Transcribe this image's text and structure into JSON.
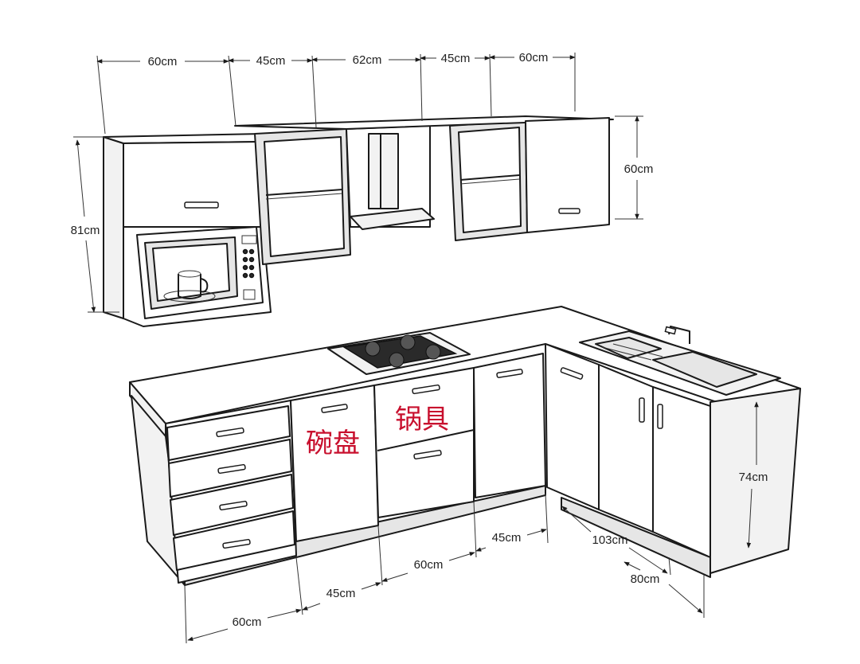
{
  "labels": {
    "bowls": "碗盘",
    "cookware": "锅具"
  },
  "dimensions": {
    "upper": [
      "60cm",
      "45cm",
      "62cm",
      "45cm",
      "60cm"
    ],
    "upper_height_left": "81cm",
    "upper_height_right": "60cm",
    "base_height": "74cm",
    "base_front": [
      "60cm",
      "45cm",
      "60cm",
      "45cm"
    ],
    "side_depth": "103cm",
    "side_width": "80cm"
  },
  "colors": {
    "line": "#1a1a1a",
    "accent_text": "#c8102e"
  }
}
